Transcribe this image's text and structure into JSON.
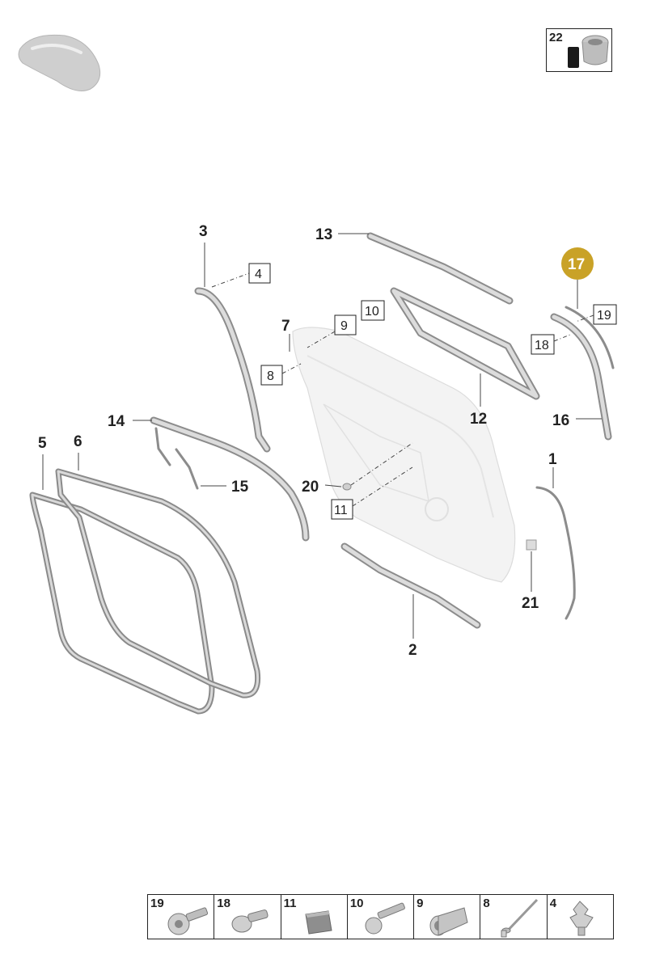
{
  "diagram": {
    "highlight_color": "#c9a227",
    "callouts": {
      "c1": "1",
      "c2": "2",
      "c3": "3",
      "c5": "5",
      "c6": "6",
      "c7": "7",
      "c12": "12",
      "c13": "13",
      "c14": "14",
      "c15": "15",
      "c16": "16",
      "c17": "17",
      "c20": "20",
      "c21": "21"
    },
    "boxed_refs": {
      "b4": "4",
      "b8": "8",
      "b9": "9",
      "b10": "10",
      "b11": "11",
      "b18": "18",
      "b19": "19"
    },
    "accessory_box": {
      "number": "22",
      "icon": "cable-sleeve-icon"
    },
    "fastener_table": [
      {
        "number": "19",
        "icon": "torx-bolt-icon"
      },
      {
        "number": "18",
        "icon": "flange-bolt-icon"
      },
      {
        "number": "11",
        "icon": "foam-pad-icon"
      },
      {
        "number": "10",
        "icon": "long-bolt-icon"
      },
      {
        "number": "9",
        "icon": "threaded-sleeve-icon"
      },
      {
        "number": "8",
        "icon": "rivet-icon"
      },
      {
        "number": "4",
        "icon": "clip-icon"
      }
    ]
  }
}
